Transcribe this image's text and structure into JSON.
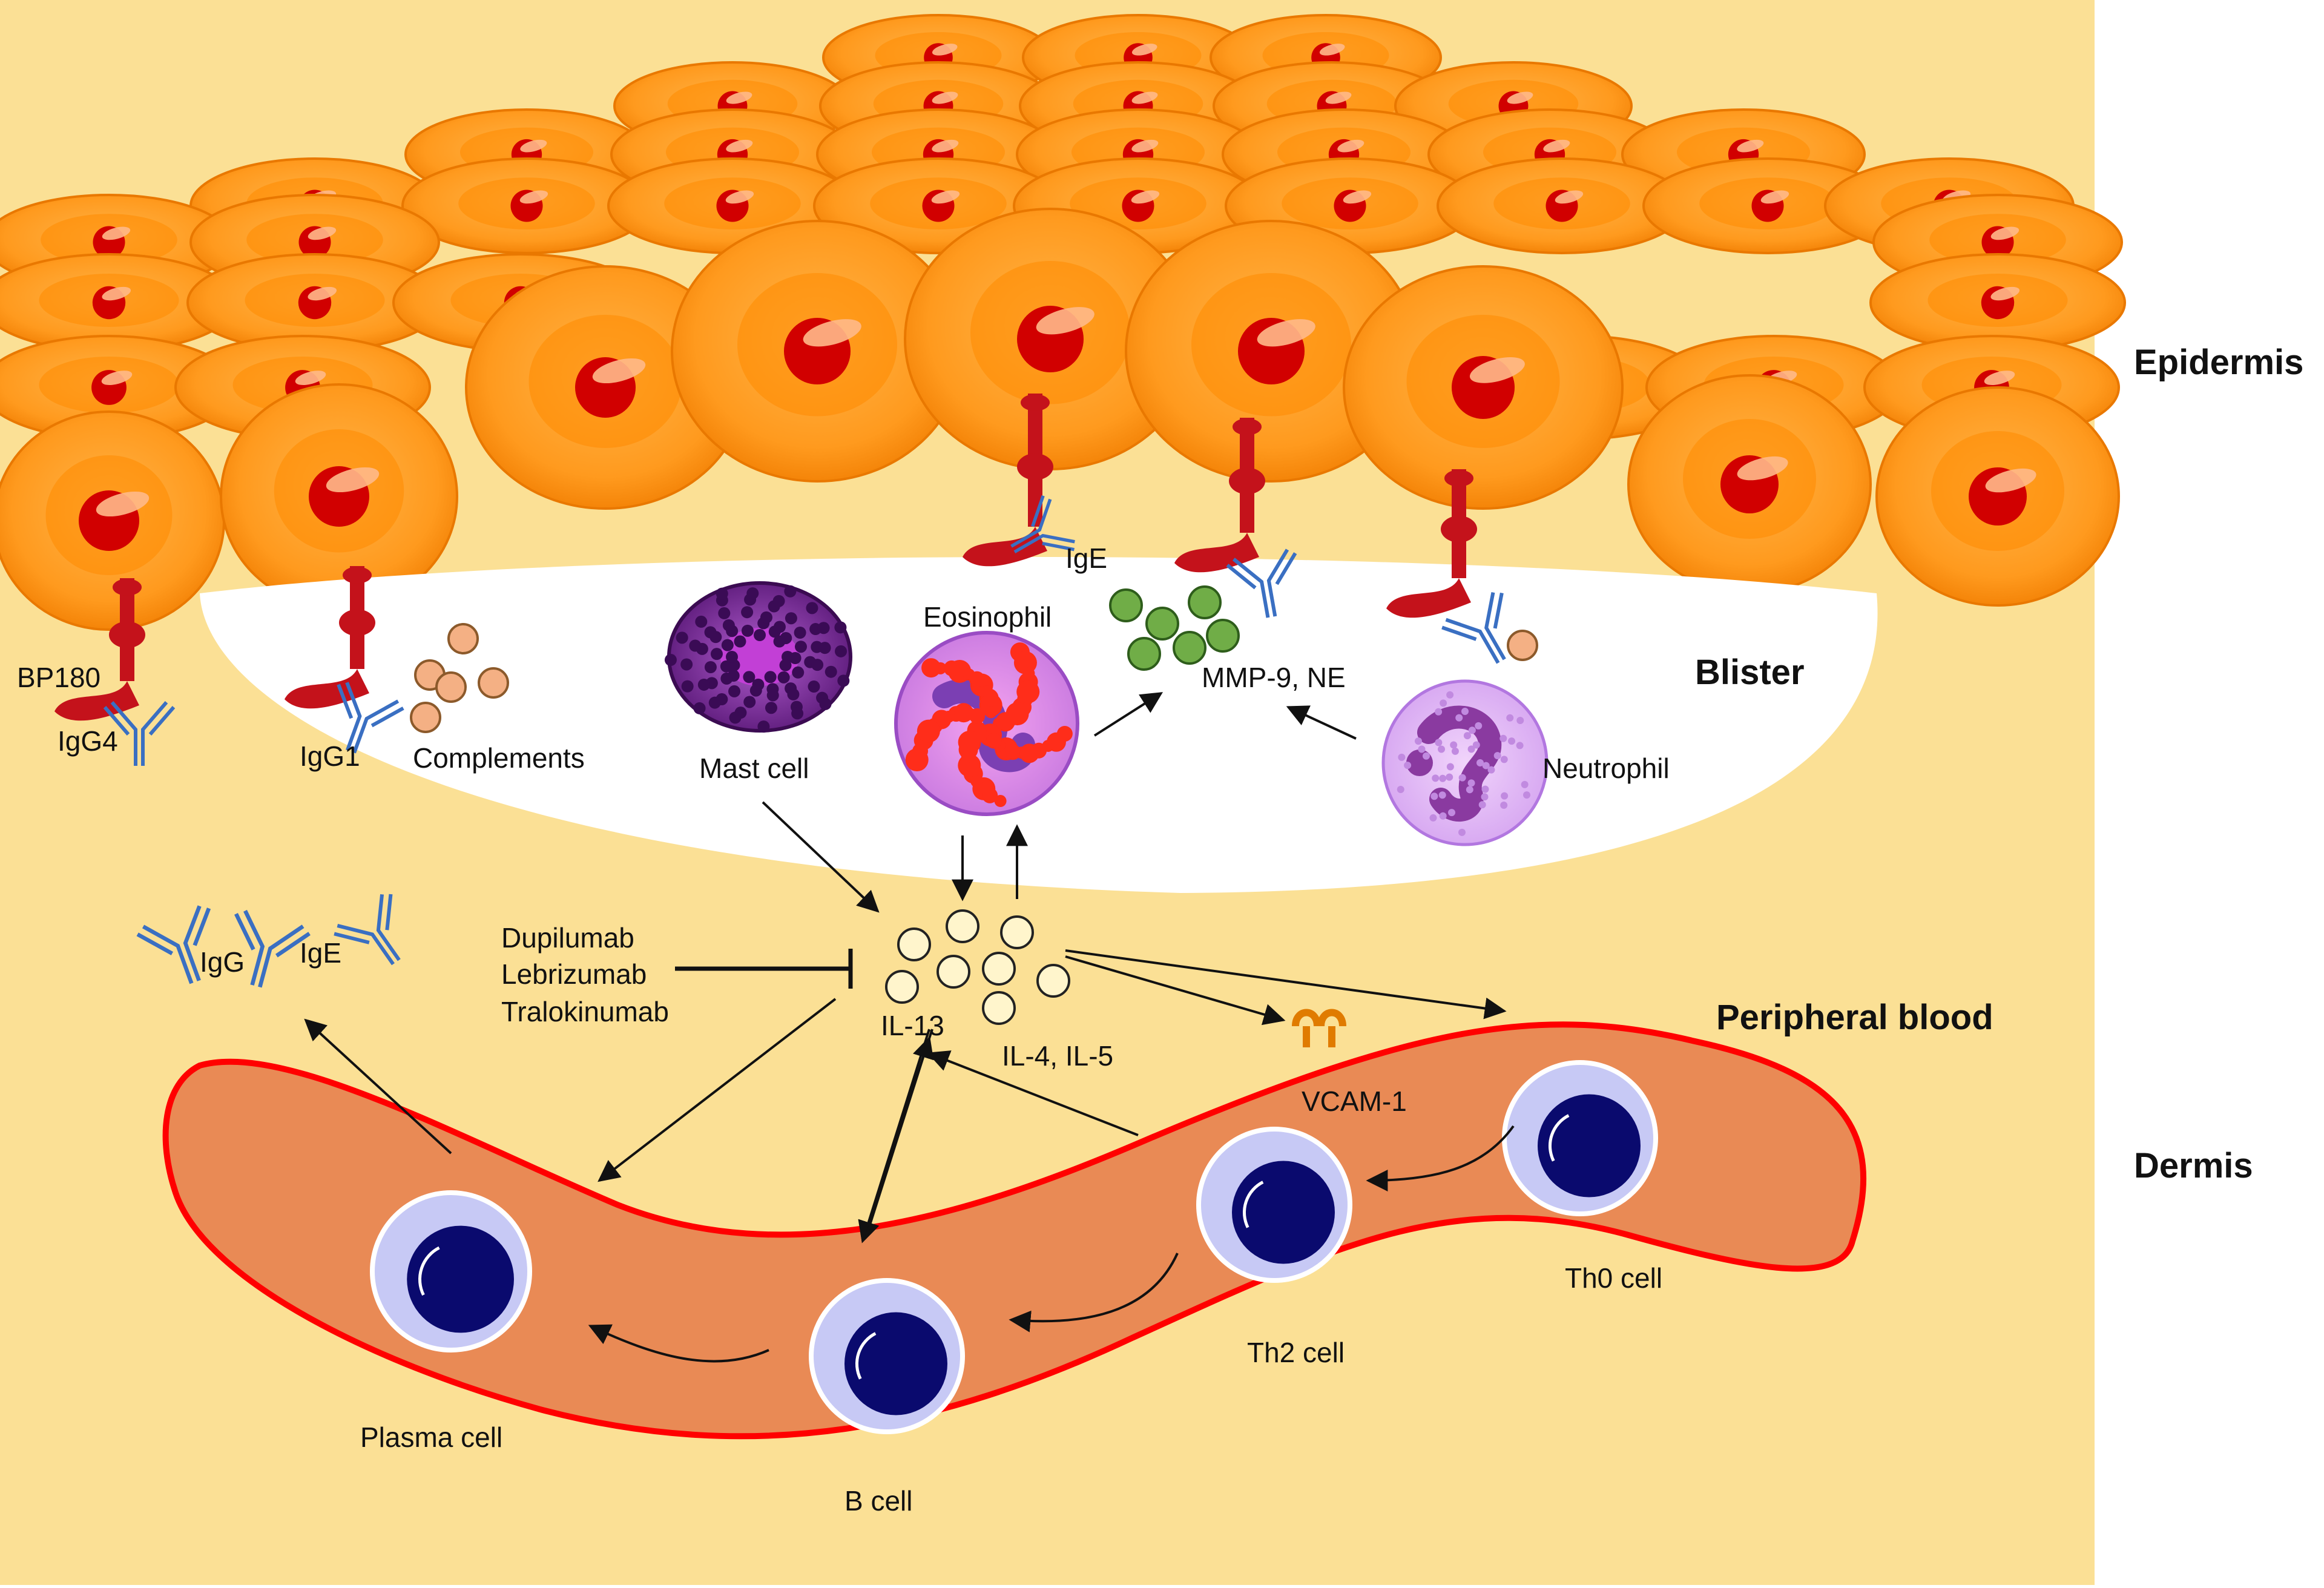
{
  "regions": {
    "epidermis": "Epidermis",
    "blister": "Blister",
    "peripheral_blood": "Peripheral blood",
    "dermis": "Dermis"
  },
  "labels": {
    "bp180": "BP180",
    "igg4": "IgG4",
    "igg1": "IgG1",
    "complements": "Complements",
    "mast_cell": "Mast cell",
    "eosinophil": "Eosinophil",
    "ige_top": "IgE",
    "mmp9_ne": "MMP-9, NE",
    "neutrophil": "Neutrophil",
    "igg": "IgG",
    "ige": "IgE",
    "dupilumab": "Dupilumab",
    "lebrizumab": "Lebrizumab",
    "tralokinumab": "Tralokinumab",
    "il13": "IL-13",
    "il4_il5": "IL-4, IL-5",
    "vcam1": "VCAM-1",
    "th0_cell": "Th0 cell",
    "th2_cell": "Th2 cell",
    "b_cell": "B cell",
    "plasma_cell": "Plasma cell"
  },
  "colors": {
    "dermis_bg": "#fbe095",
    "keratinocyte": "#ff9a1e",
    "keratinocyte_edge": "#e97800",
    "nucleus": "#d10000",
    "bp180": "#c4121b",
    "antibody": "#3a6fc2",
    "complement": "#f4b084",
    "mmp": "#70ad47",
    "vessel_fill": "#e98a55",
    "vessel_edge": "#ff0000",
    "lymph_outer": "#c7c9f5",
    "lymph_nucleus": "#0a0a6e",
    "cytokine": "#fff5cc"
  }
}
